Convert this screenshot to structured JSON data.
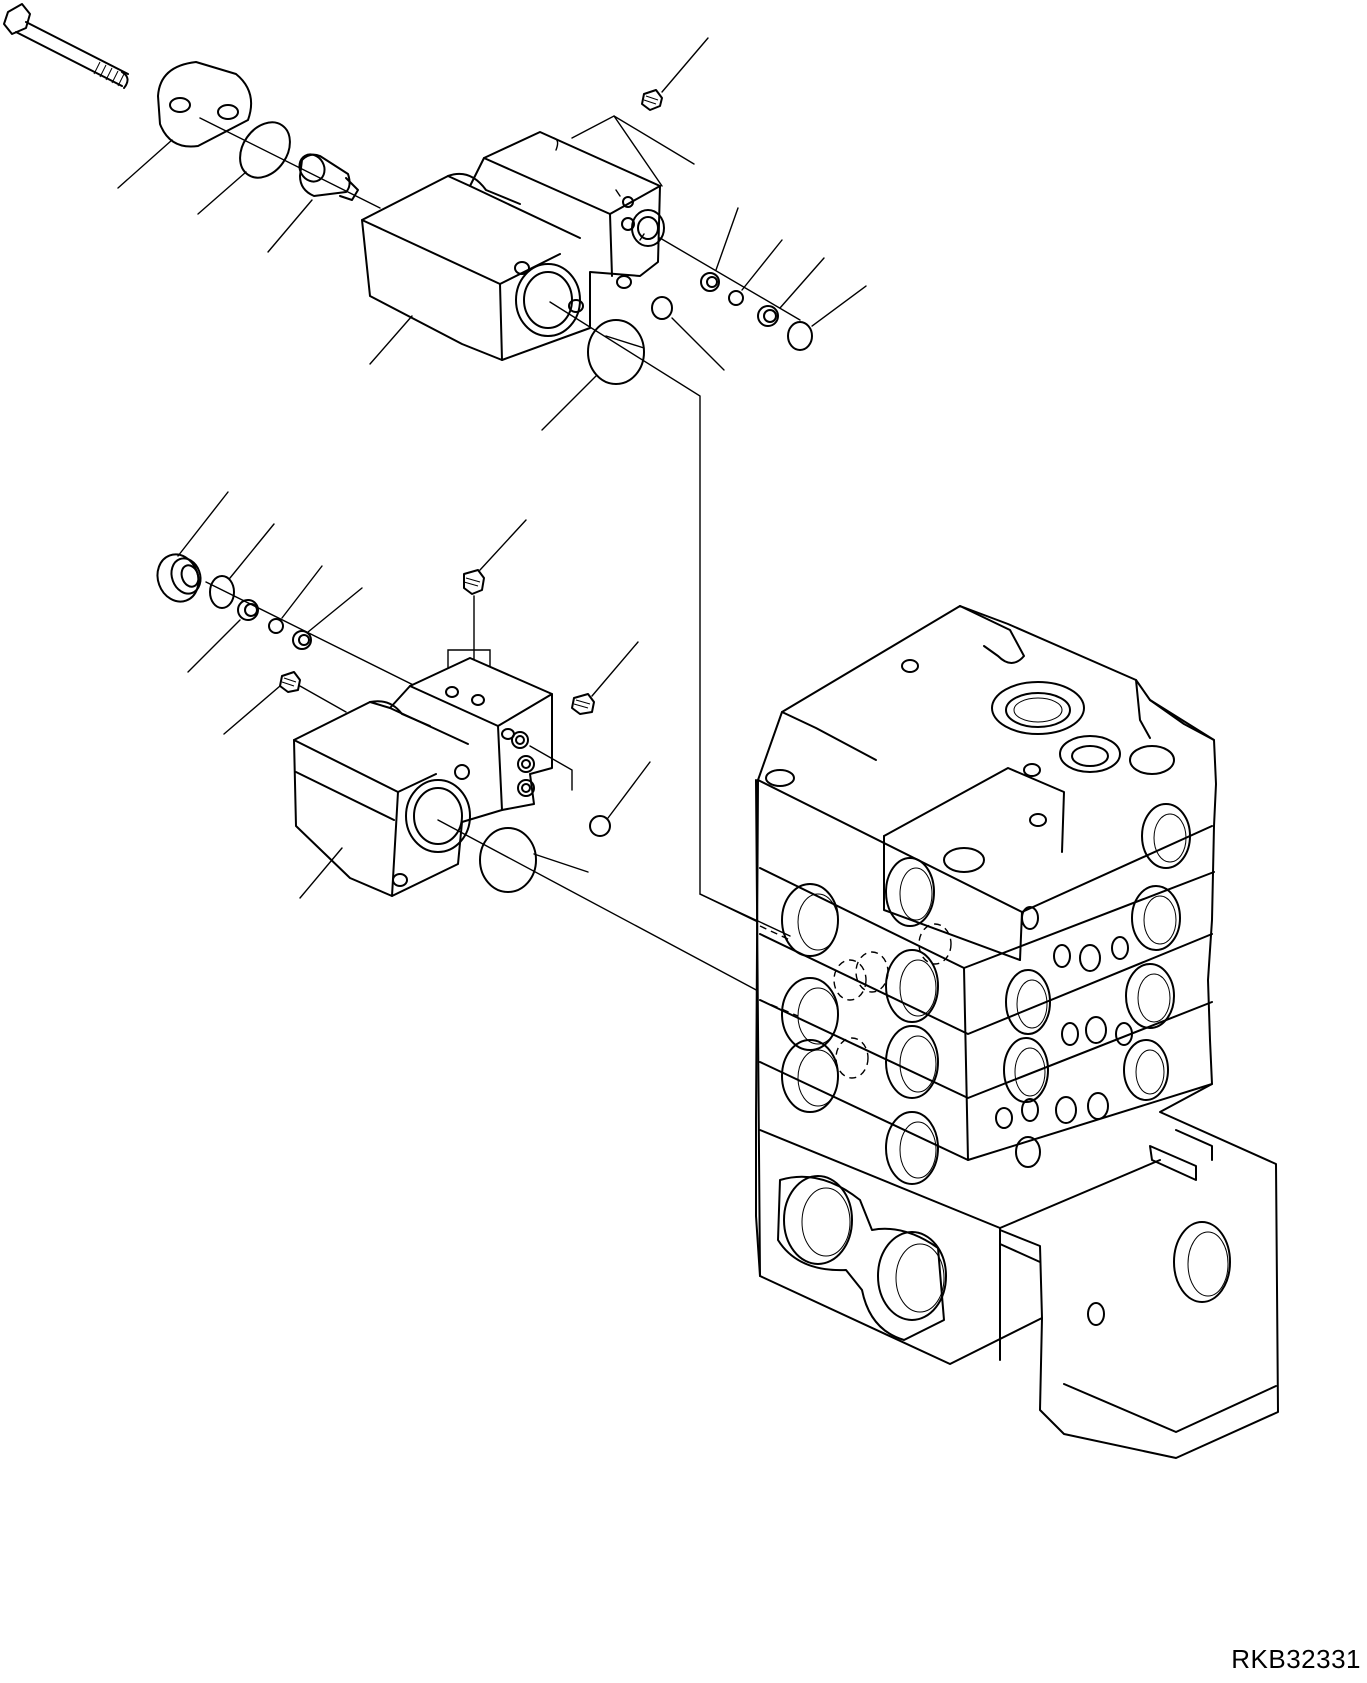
{
  "drawing": {
    "id_text": "RKB32331"
  },
  "parts": [
    {
      "name": "mounting-bolt"
    },
    {
      "name": "cover-plate"
    },
    {
      "name": "o-ring"
    },
    {
      "name": "spool-plug"
    },
    {
      "name": "upper-valve-section"
    },
    {
      "name": "lower-valve-section"
    },
    {
      "name": "main-control-valve-block"
    },
    {
      "name": "plug"
    },
    {
      "name": "check-ball"
    },
    {
      "name": "seat"
    }
  ]
}
